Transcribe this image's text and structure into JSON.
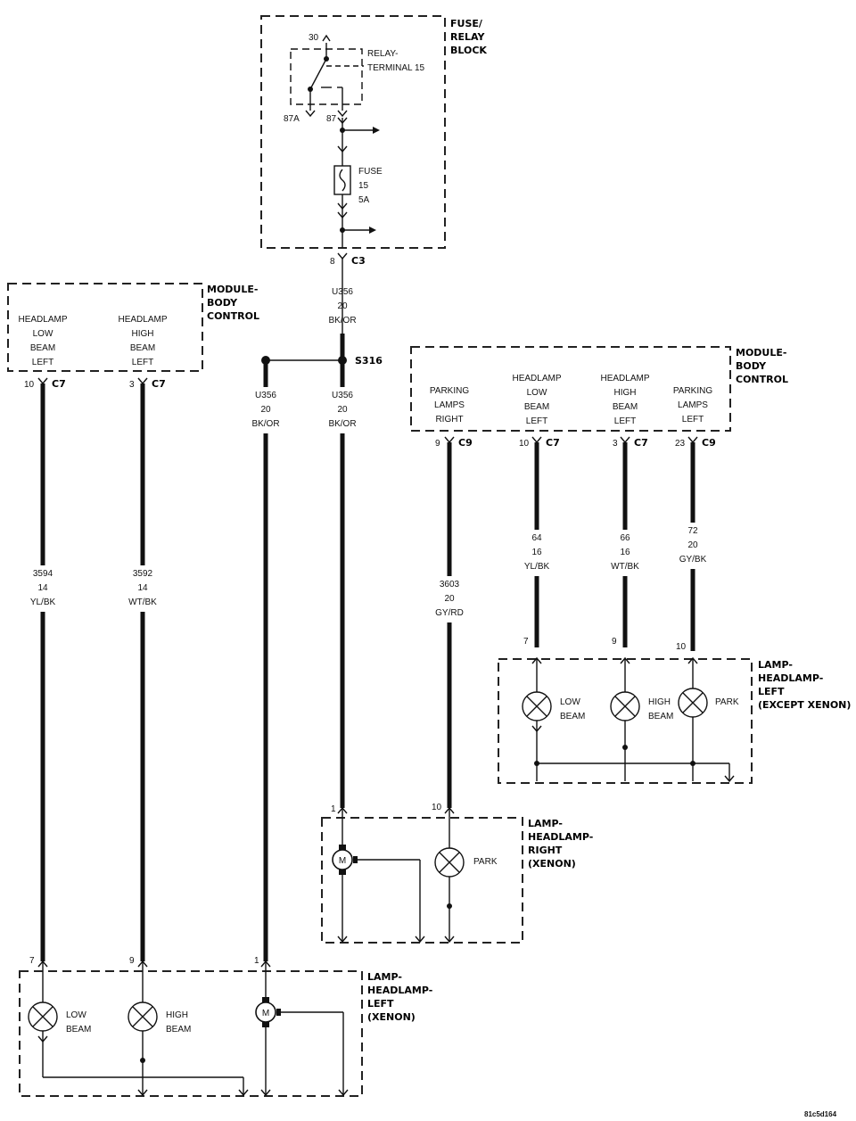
{
  "fuse_relay_block": {
    "title": [
      "FUSE/",
      "RELAY",
      "BLOCK"
    ],
    "relay_label": [
      "RELAY-",
      "TERMINAL 15"
    ],
    "pin_30": "30",
    "pin_87a": "87A",
    "pin_87": "87",
    "fuse_label": [
      "FUSE",
      "15",
      "5A"
    ]
  },
  "bcm_left": {
    "title": [
      "MODULE-",
      "BODY",
      "CONTROL"
    ],
    "low": [
      "HEADLAMP",
      "LOW",
      "BEAM",
      "LEFT"
    ],
    "high": [
      "HEADLAMP",
      "HIGH",
      "BEAM",
      "LEFT"
    ]
  },
  "bcm_right": {
    "title": [
      "MODULE-",
      "BODY",
      "CONTROL"
    ],
    "park_right": [
      "PARKING",
      "LAMPS",
      "RIGHT"
    ],
    "low": [
      "HEADLAMP",
      "LOW",
      "BEAM",
      "LEFT"
    ],
    "high": [
      "HEADLAMP",
      "HIGH",
      "BEAM",
      "LEFT"
    ],
    "park_left": [
      "PARKING",
      "LAMPS",
      "LEFT"
    ]
  },
  "connectors": {
    "c3_pin": "8",
    "c3": "C3",
    "left_low_pin": "10",
    "left_low_conn": "C7",
    "left_high_pin": "3",
    "left_high_conn": "C7",
    "r_park_pin": "9",
    "r_park_conn": "C9",
    "r_low_pin": "10",
    "r_low_conn": "C7",
    "r_high_pin": "3",
    "r_high_conn": "C7",
    "r_parkl_pin": "23",
    "r_parkl_conn": "C9",
    "splice": "S316"
  },
  "wires": {
    "u356_top": [
      "U356",
      "20",
      "BK/OR"
    ],
    "u356_a": [
      "U356",
      "20",
      "BK/OR"
    ],
    "u356_b": [
      "U356",
      "20",
      "BK/OR"
    ],
    "w3594": [
      "3594",
      "14",
      "YL/BK"
    ],
    "w3592": [
      "3592",
      "14",
      "WT/BK"
    ],
    "w3603": [
      "3603",
      "20",
      "GY/RD"
    ],
    "w64": [
      "64",
      "16",
      "YL/BK"
    ],
    "w66": [
      "66",
      "16",
      "WT/BK"
    ],
    "w72": [
      "72",
      "20",
      "GY/BK"
    ]
  },
  "lamp_except_xenon": {
    "title": [
      "LAMP-",
      "HEADLAMP-",
      "LEFT",
      "(EXCEPT XENON)"
    ],
    "pin_low": "7",
    "pin_high": "9",
    "pin_park": "10",
    "low": [
      "LOW",
      "BEAM"
    ],
    "high": [
      "HIGH",
      "BEAM"
    ],
    "park": "PARK"
  },
  "lamp_right_xenon": {
    "title": [
      "LAMP-",
      "HEADLAMP-",
      "RIGHT",
      "(XENON)"
    ],
    "pin_motor": "1",
    "pin_park": "10",
    "motor": "M",
    "park": "PARK"
  },
  "lamp_left_xenon": {
    "title": [
      "LAMP-",
      "HEADLAMP-",
      "LEFT",
      "(XENON)"
    ],
    "pin_low": "7",
    "pin_high": "9",
    "pin_motor": "1",
    "low": [
      "LOW",
      "BEAM"
    ],
    "high": [
      "HIGH",
      "BEAM"
    ],
    "motor": "M"
  },
  "figure_code": "81c5d164"
}
